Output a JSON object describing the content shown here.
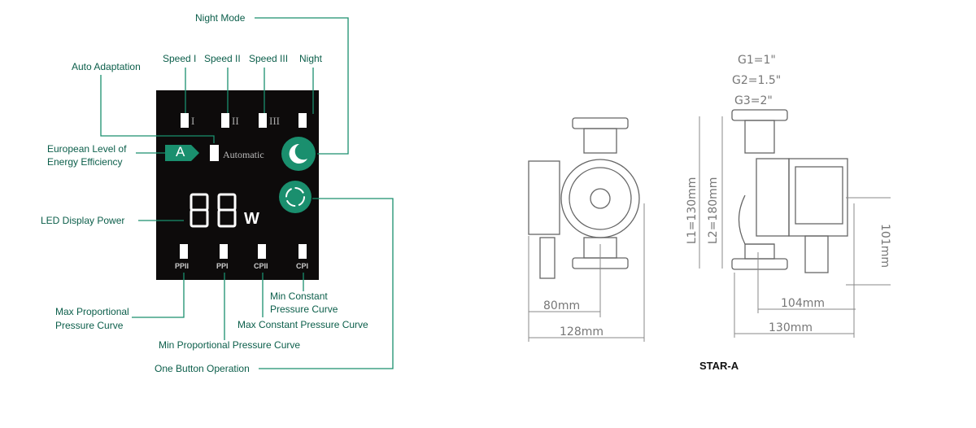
{
  "panel_labels": {
    "night_mode": "Night Mode",
    "auto_adaptation": "Auto Adaptation",
    "speed_1": "Speed I",
    "speed_2": "Speed II",
    "speed_3": "Speed III",
    "night": "Night",
    "energy_line1": "European Level of",
    "energy_line2": "Energy Efficiency",
    "led_power": "LED Display Power",
    "max_prop_line1": "Max Proportional",
    "max_prop_line2": "Pressure Curve",
    "min_prop": "Min Proportional Pressure Curve",
    "min_const_line1": "Min Constant",
    "min_const_line2": "Pressure Curve",
    "max_const": "Max Constant Pressure Curve",
    "one_button": "One Button Operation"
  },
  "panel": {
    "roman_1": "I",
    "roman_2": "II",
    "roman_3": "III",
    "energy_class": "A",
    "automatic": "Automatic",
    "display_value": "88",
    "unit": "W",
    "curve_labels": [
      "PPII",
      "PPI",
      "CPII",
      "CPI"
    ]
  },
  "drawing": {
    "g1": "G1=1\"",
    "g2": "G2=1.5\"",
    "g3": "G3=2\"",
    "l1": "L1=130mm",
    "l2": "L2=180mm",
    "d80": "80mm",
    "d128": "128mm",
    "d104": "104mm",
    "d130": "130mm",
    "d101": "101mm",
    "model": "STAR-A"
  },
  "colors": {
    "accent": "#1a8f6e",
    "text": "#0b5e4a",
    "panel": "#0d0b0b"
  }
}
